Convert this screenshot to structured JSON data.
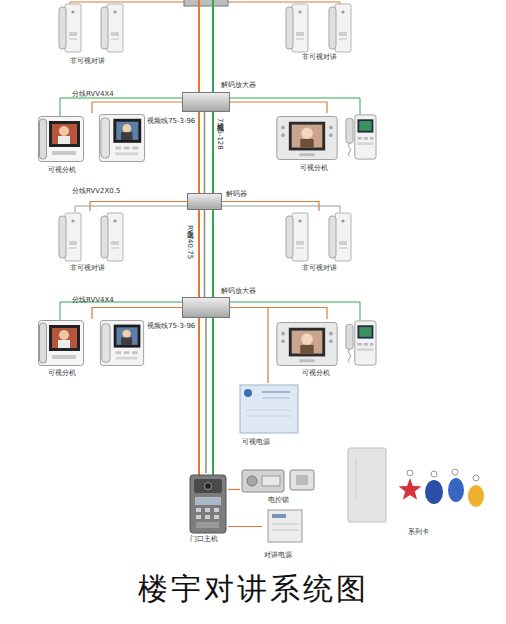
{
  "diagram": {
    "title": "楼宇对讲系统图",
    "nodes": [
      {
        "text": [
          "非可视对讲"
        ]
      },
      {
        "text": [
          "非可视对讲"
        ]
      },
      {
        "text": [
          "解码放大器"
        ]
      },
      {
        "text": [
          "可视分机"
        ]
      },
      {
        "text": [
          "可视分机"
        ]
      },
      {
        "text": [
          "解码器"
        ]
      },
      {
        "text": [
          "非可视对讲"
        ]
      },
      {
        "text": [
          "非可视对讲"
        ]
      },
      {
        "text": [
          "解码放大器"
        ]
      },
      {
        "text": [
          "可视分机"
        ]
      },
      {
        "text": [
          "可视分机"
        ]
      },
      {
        "text": [
          "可视电源"
        ]
      },
      {
        "text": [
          "门口主机"
        ]
      },
      {
        "text": [
          "电控锁"
        ]
      },
      {
        "text": [
          "对讲电源"
        ]
      },
      {
        "text": [
          "系列卡"
        ]
      }
    ],
    "edges": [
      {
        "from": 2,
        "to": 3,
        "arrow": "none"
      },
      {
        "from": 2,
        "to": 4,
        "arrow": "none"
      },
      {
        "from": 2,
        "to": 5,
        "arrow": "none"
      },
      {
        "from": 5,
        "to": 6,
        "arrow": "none"
      },
      {
        "from": 5,
        "to": 7,
        "arrow": "none"
      },
      {
        "from": 5,
        "to": 8,
        "arrow": "none"
      },
      {
        "from": 8,
        "to": 9,
        "arrow": "none"
      },
      {
        "from": 8,
        "to": 10,
        "arrow": "none"
      },
      {
        "from": 12,
        "to": 8,
        "arrow": "none"
      },
      {
        "from": 8,
        "to": 11,
        "arrow": "none"
      },
      {
        "from": 12,
        "to": 13,
        "arrow": "none"
      },
      {
        "from": 12,
        "to": 14,
        "arrow": "none"
      }
    ],
    "labels": [
      "分线RVV4X4",
      "视频线75-3-96",
      "视频线75-5-128",
      "分线RVV2X0.5",
      "主线RVV40.75",
      "分线RVV4X4",
      "视频线75-3-96"
    ]
  }
}
